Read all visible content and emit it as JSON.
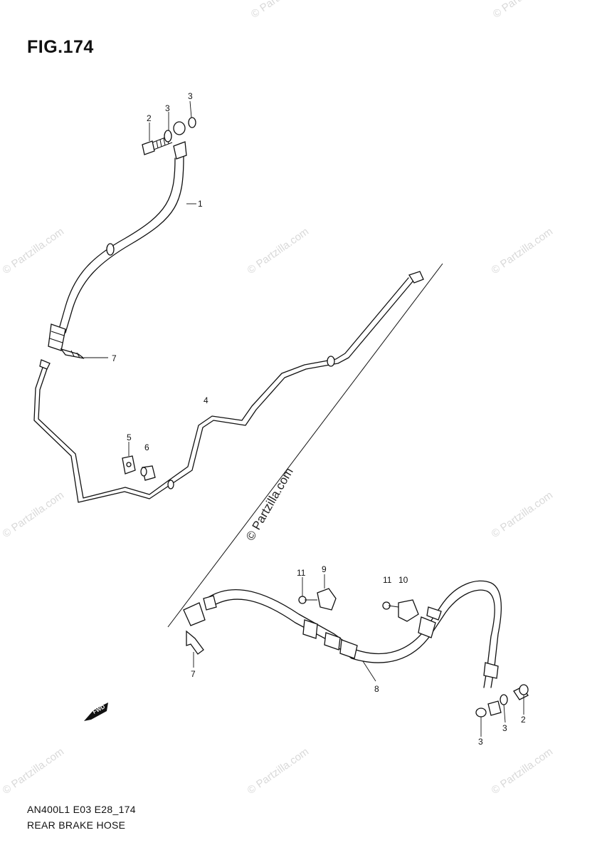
{
  "figure": {
    "title": "FIG.174",
    "model_code": "AN400L1 E03 E28_174",
    "assembly_name": "REAR BRAKE HOSE"
  },
  "watermark": {
    "text": "© Partzilla.com",
    "center_text": "© Partzilla.com"
  },
  "callouts": [
    {
      "id": "c-2-top",
      "label": "2"
    },
    {
      "id": "c-3-top-a",
      "label": "3"
    },
    {
      "id": "c-3-top-b",
      "label": "3"
    },
    {
      "id": "c-1",
      "label": "1"
    },
    {
      "id": "c-7-top",
      "label": "7"
    },
    {
      "id": "c-4",
      "label": "4"
    },
    {
      "id": "c-5",
      "label": "5"
    },
    {
      "id": "c-6",
      "label": "6"
    },
    {
      "id": "c-11-a",
      "label": "11"
    },
    {
      "id": "c-9",
      "label": "9"
    },
    {
      "id": "c-11-b",
      "label": "11"
    },
    {
      "id": "c-10",
      "label": "10"
    },
    {
      "id": "c-7-bottom",
      "label": "7"
    },
    {
      "id": "c-8",
      "label": "8"
    },
    {
      "id": "c-3-bottom-a",
      "label": "3"
    },
    {
      "id": "c-3-bottom-b",
      "label": "3"
    },
    {
      "id": "c-2-bottom",
      "label": "2"
    }
  ],
  "direction_marker": {
    "label": "FWD",
    "icon": "forward-arrow-icon"
  }
}
